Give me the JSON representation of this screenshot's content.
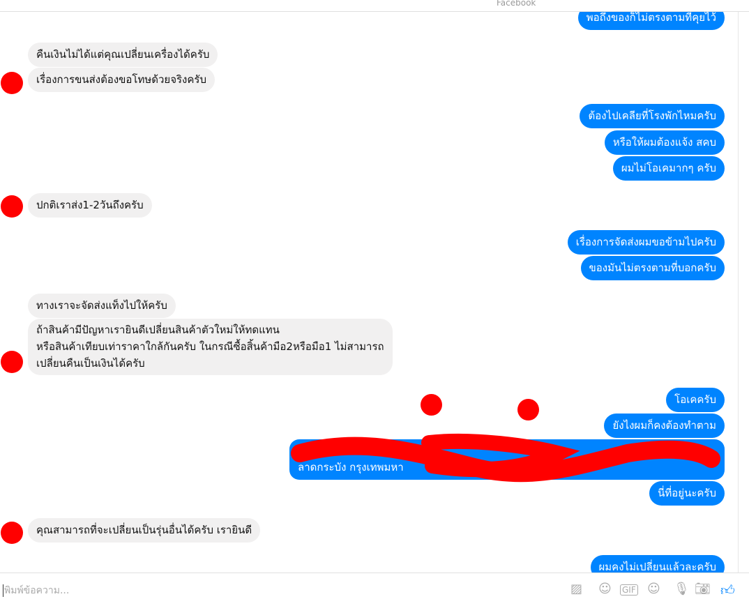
{
  "header": {
    "title": "Facebook"
  },
  "messages": [
    {
      "side": "r",
      "text": "พอถึงของก็ไม่ตรงตามที่คุยไว้"
    },
    {
      "side": "l",
      "text": "คืนเงินไม่ได้แต่คุณเปลี่ยนเครื่องได้ครับ"
    },
    {
      "side": "l",
      "text": "เรื่องการขนส่งต้องขอโทษด้วยจริงครับ"
    },
    {
      "side": "r",
      "text": "ต้องไปเคลียที่โรงพักไหมครับ"
    },
    {
      "side": "r",
      "text": "หรือให้ผมต้องแจ้ง สคบ"
    },
    {
      "side": "r",
      "text": "ผมไม่โอเคมากๆ ครับ"
    },
    {
      "side": "l",
      "text": "ปกติเราส่ง1-2วันถึงครับ"
    },
    {
      "side": "r",
      "text": "เรื่องการจัดส่งผมขอข้ามไปครับ"
    },
    {
      "side": "r",
      "text": "ของมันไม่ตรงตามที่บอกครับ"
    },
    {
      "side": "l",
      "text": "ทางเราจะจัดส่งแท็งไปให้ครับ"
    },
    {
      "side": "l",
      "text": "ถ้าสินค้ามีปัญหาเรายินดีเปลี่ยนสินค้าตัวใหม่ให้ทดแทน\nหรือสินค้าเทียบเท่าราคาใกล้กันครับ ในกรณีซื้อสิ้นค้ามือ2หรือมือ1 ไม่สามารถ\nเปลี่ยนคืนเป็นเงินได้ครับ"
    },
    {
      "side": "r",
      "text": "โอเคครับ"
    },
    {
      "side": "r",
      "text": "ยังไงผมก็คงต้องทำตาม"
    },
    {
      "side": "r",
      "text": "\nลาดกระบัง กรุงเทพมหา"
    },
    {
      "side": "r",
      "text": "นี่ที่อยู่นะครับ"
    },
    {
      "side": "l",
      "text": "คุณสามารถที่จะเปลี่ยนเป็นรุ่นอื่นได้ครับ เรายินดี"
    },
    {
      "side": "r",
      "text": "ผมคงไม่เปลี่ยนแล้วละครับ"
    }
  ],
  "composer": {
    "placeholder": "พิมพ์ข้อความ...",
    "icons": [
      "image-icon",
      "sticker-icon",
      "gif-icon",
      "emoji-icon",
      "microphone-icon",
      "camera-icon",
      "like-icon"
    ],
    "gif_label": "GIF"
  },
  "colors": {
    "outgoing": "#0084ff",
    "incoming": "#f1f0f0",
    "redaction": "#ff0000"
  }
}
